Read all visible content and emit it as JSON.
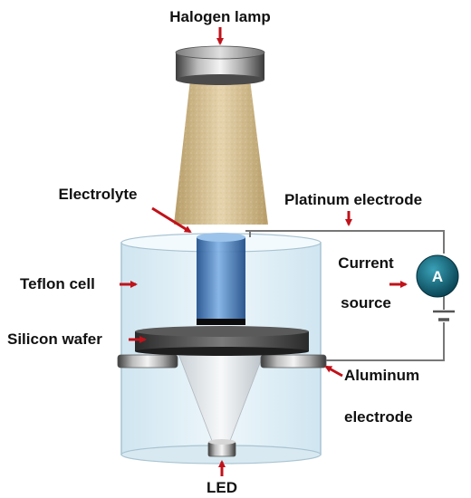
{
  "labels": {
    "halogen_lamp": "Halogen lamp",
    "electrolyte": "Electrolyte",
    "platinum_electrode": "Platinum electrode",
    "current": "Current",
    "source": "source",
    "teflon_cell": "Teflon cell",
    "silicon_wafer": "Silicon wafer",
    "aluminum": "Aluminum",
    "electrode": "electrode",
    "led": "LED",
    "meter_symbol": "A"
  },
  "colors": {
    "arrow": "#c0121a",
    "wire": "#777777",
    "teflon_cell": "#e4f1f7",
    "electrolyte": "#4f86c4",
    "light_beam": "#d2bc8c",
    "meter": "#0b5f73"
  },
  "icons": {
    "meter": "ammeter-icon",
    "lamp": "halogen-lamp-icon",
    "led": "led-icon"
  }
}
